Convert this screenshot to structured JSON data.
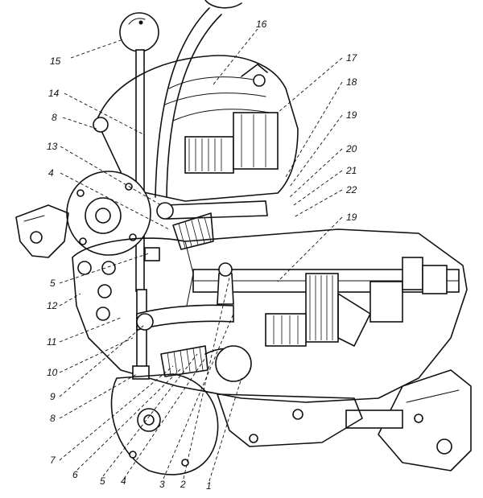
{
  "callouts": {
    "c15": "15",
    "c16": "16",
    "c17": "17",
    "c14": "14",
    "c18": "18",
    "c8a": "8",
    "c19a": "19",
    "c13": "13",
    "c20": "20",
    "c21": "21",
    "c4a": "4",
    "c22": "22",
    "c19b": "19",
    "c5a": "5",
    "c12": "12",
    "c11": "11",
    "c10": "10",
    "c9": "9",
    "c8b": "8",
    "c7": "7",
    "c6": "6",
    "c5b": "5",
    "c4b": "4",
    "c3": "3",
    "c2": "2",
    "c1": "1"
  }
}
